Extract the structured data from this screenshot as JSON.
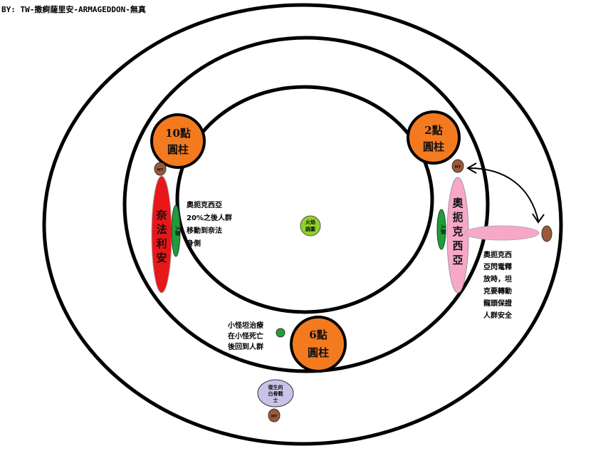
{
  "credit": "BY: TW-撒痾薩里安-ARMAGEDDON-無真",
  "pillars": {
    "p10": [
      "10點",
      "圓柱"
    ],
    "p2": [
      "2點",
      "圓柱"
    ],
    "p6": [
      "6點",
      "圓柱"
    ]
  },
  "center_label": [
    "火焰",
    "跳蓁"
  ],
  "boss_left": [
    "奈",
    "法",
    "利",
    "安"
  ],
  "boss_right": [
    "奧",
    "扼",
    "克",
    "西",
    "亞"
  ],
  "group_label": "人群",
  "tank_label": "MT",
  "note_left": [
    "奧扼克西亞",
    "20%之後人群",
    "移動到奈法",
    "身側"
  ],
  "note_right": [
    "奧扼克西",
    "亞閃電釋",
    "放時，坦",
    "克要轉動",
    "龍頭保證",
    "人群安全"
  ],
  "note_bottom": [
    "小怪坦治療",
    "在小怪死亡",
    "後回到人群"
  ],
  "skeleton_label": [
    "復生的",
    "白骨戰",
    "士"
  ],
  "colors": {
    "pillar": "#f47a20",
    "boss_left": "#e8171a",
    "boss_right": "#f7a8c8",
    "group": "#1e9e3a",
    "center": "#8fd12a",
    "tank": "#9a5a3a",
    "skeleton": "#c8c4e8"
  }
}
